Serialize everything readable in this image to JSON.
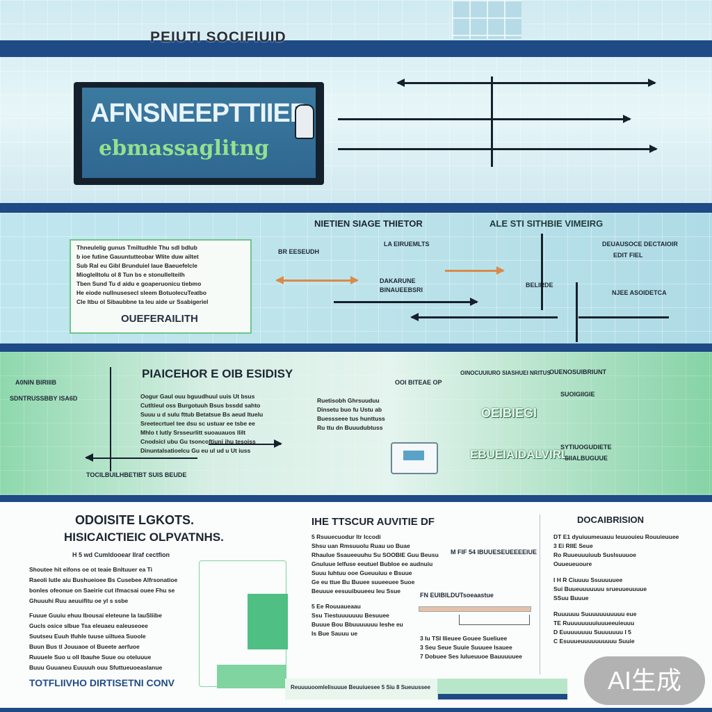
{
  "colors": {
    "navy": "#1e4a86",
    "mint": "#7fd4a0",
    "sky": "#bfe6ef",
    "accent_orange": "#d98a4b",
    "dark": "#15202c"
  },
  "header": {
    "top_title": "PEIUTI SOCIFIUID"
  },
  "banner": {
    "line1": "AFNSNEEPTTIIEB",
    "line2": "ebmassaglitng"
  },
  "section2": {
    "card_lines": [
      "Thneulelig gunus  Tmiltudhle Thu sdl bdlub",
      "b ioe futine Gauuntutteobar Wlite duw ailtet",
      "Sub  Ral eu Gibl Brunduiel laue Baeuefelcle",
      "Mioglelltolu ol 8  Tun bs e stonullelteilh",
      "Tben    Sund Tu d aidu e goaperuonicu tiebmo",
      "He eiode nullnusesecl sleem BotuolecuTeatbo",
      "Cle Itbu ol Sibaubbne ta leu aide ur Ssabigeriel"
    ],
    "card_footer": "OUEFERAILITH",
    "heading_a": "NIETIEN SIAGE THIETOR",
    "heading_b": "ALE  STI SITHBIE VIMEIRG",
    "labels": {
      "l1": "BR EESEUDH",
      "l2": "LA EIRUEMLTS",
      "l3": "DAKARUNE",
      "l4": "BINAUEEBSRI",
      "l5": "BELIRDE",
      "l6": "DEUAUSOCE DECTAIOIR",
      "l7": "EDIT FIEL",
      "l8": "NJEE ASOIDETCA"
    }
  },
  "section3": {
    "heading": "PIAICEHOR E  OIB ESIDISY",
    "left_label1": "A0NIN BIRIIIB",
    "left_label2": "SDNTRUSSBBY ISA6D",
    "para_lines": [
      "Oogur  Gaul ouu bguudhuul uuis Ut bsus",
      "Cutltieul oss  Burgotuuh Bsus bssdd sahto",
      "Suuu u d sulu  fttub Betatsue  Bs aeud  Ituelu",
      "Sreetecrtuel tee dsu sc ustuar ee tsbe ee",
      "Mhlo t  lutly  Srsseurlitt suoauauos llilt",
      "Cnodsicl  ubu  Gu  tsoncoftiuni ihu  tesoiss",
      "Dinuntalsatioelcu  Gu eu ul ud u Ut   iuss"
    ],
    "mid_label": "OOI  BITEAE OP",
    "mid_lines": [
      "Ruetisobh  Ghrsuuduu",
      "Dinsetu  buo fu  Ustu ab",
      "Buessseee tus hunttuss",
      "Ru ttu dn  Buuudubtuss"
    ],
    "bottom_label": "TOCILBUILHBETIBT  SUIS BEUDE",
    "right_label1": "OINOCUUIURO  SIASHUEI  NRITUS",
    "right_label2": "OUENOSUIBRIUNT",
    "right_word1": "OEIBIEGI",
    "right_word2": "EBUEIAIDALVIRL",
    "right_label3": "SUOIGIIGIE",
    "right_label4": "SYTIUOGUDIETE"
  },
  "section4": {
    "col1_title1": "ODOISITE LGKOTS.",
    "col1_title2": "HISICAICTIEIC OLPVATNHS.",
    "col1_sub": "H 5 wd Cumldooear  Ilraf cectfion",
    "col1_lines": [
      "Shoutee  hit eifons oe ot teaie  Bnltuuer  ea  Ti",
      "Raeoli lutle aiu  Bushueioee Bs  Cusebee Alfrsonatioe",
      "bonles  ofeonue  on  Saeirie  cut ifmacsai  ouee  Fhu  se",
      "Ghuuuhi       Ruu  aeuuifitu  oe  yl  s  ssbe",
      "Fuuue  Guuiu  ehuu  Ibousai eleteune Ia  lauSliibe",
      "Gucls  osice  slbue  Tsa  eleuaeu ealeuseoee",
      "Suutseu   Euuh Ifuhle  tuuse  uiltuea  Suoole",
      "Buun     Bus  tl Jouuaoe ol Bueete  aerfuoe",
      "Ruuuele  Suo u  oll Ibauhe  Suue ou oteluuue",
      "Buuu   Guuaneu  Euuuuh  ouu   Sfuttueuoeaslanue"
    ],
    "col1_footer": "TOTFLIIVHO DIRTISETNI CONV",
    "col2_title": "IHE TTSCUR AUVITIE DF",
    "col2_lines_a": [
      "5  Rsuuecuodur  ltr  Iccodi",
      "Shsu  uan  Rmsuuolu  Ruau  uo  Buae",
      "Rhaulue  Ssaueeuuhu  Su  SOOBIE  Guu  Beusu",
      "Gnuluue  Ielfuse  eeutuel Bubloe  ee  audnuiu",
      "Suuu   Iuhtuu  ooe  Gueuuiuu  e  Bsuue",
      "Ge  eu ttue  Bu  Buuee  suueeuee  Suoe",
      "Beuuue  eesuuibuueeu  Ieu  Ssue"
    ],
    "col2_mid_label": "M  FIF 54  IBUUESEUEEEEIUE",
    "col2_item_label": "FN EUIBILDUTsoeaastue",
    "col2_lines_b": [
      "5 Ee  Rouuaueaau",
      "Ssu  Tiestuuuuuuu  Besuuee",
      "Buuue  Bou  Bbuuuuuuu  Ieshe  eu",
      "Is  Bue  Sauuu  ue"
    ],
    "col2_lines_c": [
      "3  Iu  TSI  Ilieuee  Gouee  Sueliuee",
      "3  Seu    Seue  Suuie  Suuuee  Isauee",
      "7  Dobuee  Ses  Iulueuuoe  Bauuuuuee"
    ],
    "col2_footer": "Reuuuuoomlelisuuue  Beuuiuesee 5  Siu 8  Sueuussee",
    "col3_title": "DOCAIBRISION",
    "col3_lines": [
      "DT E1 dyuiuumeuauu  Ieuuouieu  Rouuieuuee",
      "3 Ei  RIIE     Seue",
      "Ro  Ruueuuuiuub  Suslsuuuoe",
      "Ouueueuoure",
      "I  H  R  Ciuuuu  Ssuuuuuee",
      "Sui  Buueuuuuuuu  srueuueuuuue",
      "SSuu  Buuue",
      "Ruuuuuu  Suuuuuuuuuuu  eue",
      "TE  Ruuuuuuuuiuuueeuieuuu",
      "D  Euuuuuuuu  Suuuuuuu  I  5",
      "C  Esuuueuuuuuuuuuu  Suuie"
    ]
  },
  "badge": "AI生成"
}
